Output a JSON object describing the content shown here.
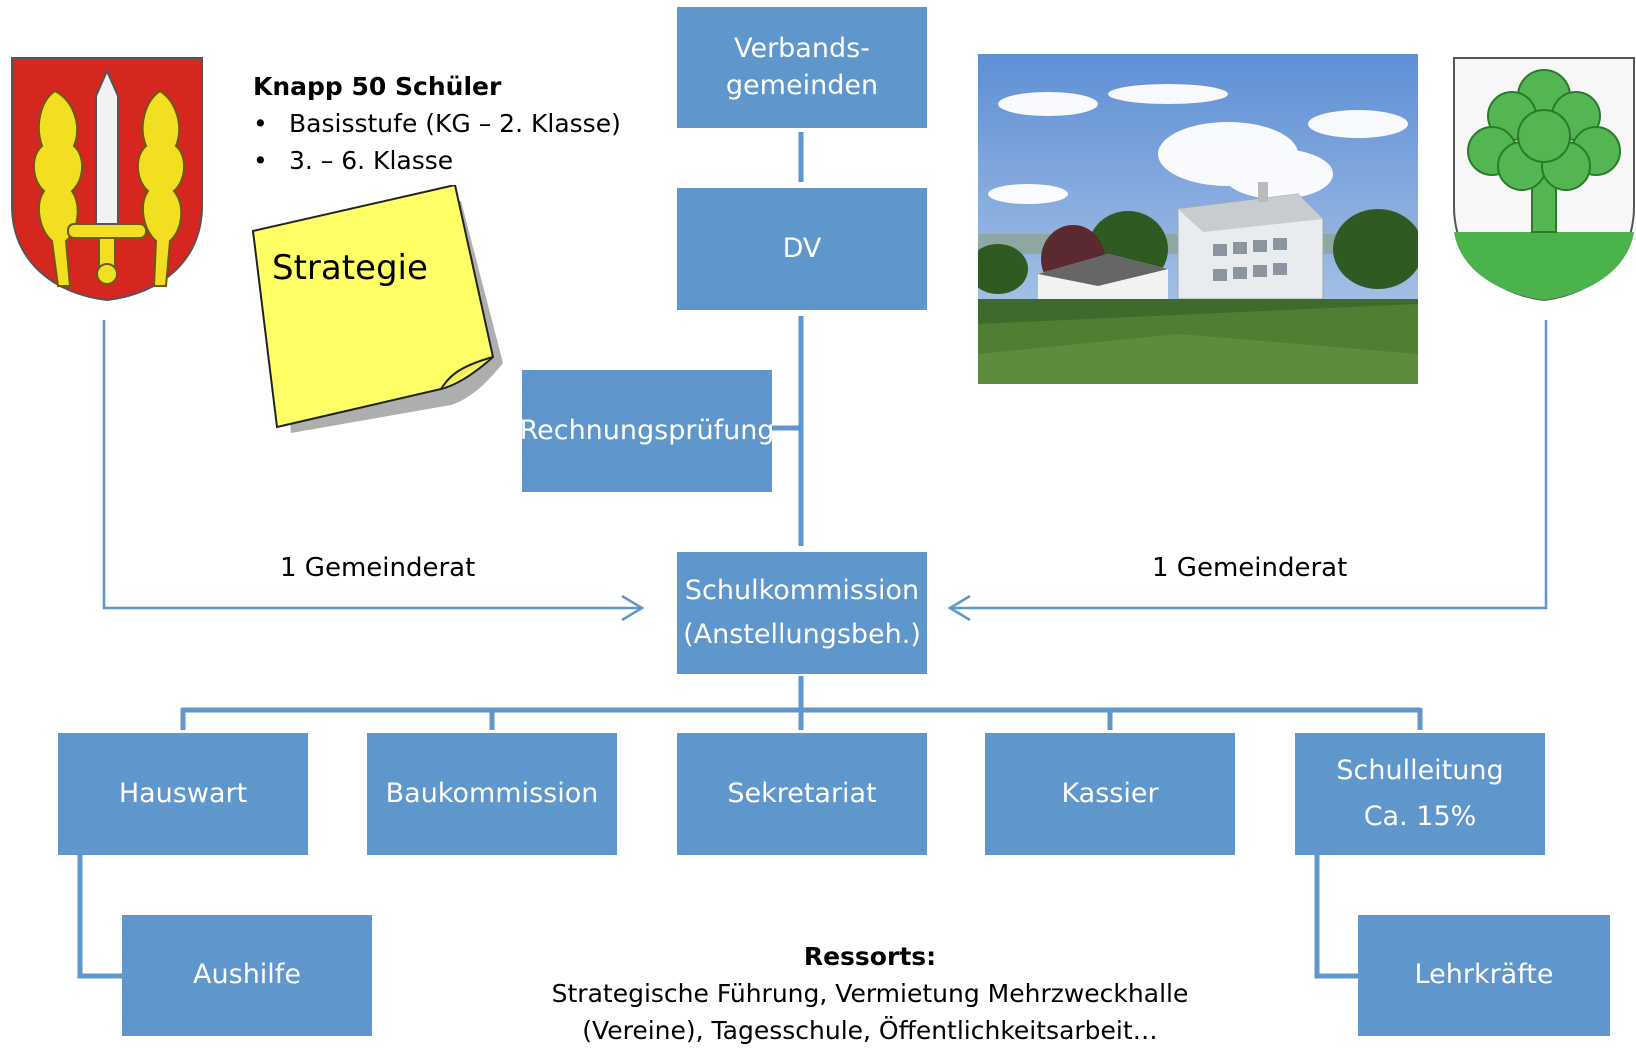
{
  "org": {
    "verbandsgemeinden_line1": "Verbands-",
    "verbandsgemeinden_line2": "gemeinden",
    "dv": "DV",
    "rechnungspruefung": "Rechnungsprüfung",
    "schulkommission_line1": "Schulkommission",
    "schulkommission_line2": "(Anstellungsbeh.)",
    "hauswart": "Hauswart",
    "baukommission": "Baukommission",
    "sekretariat": "Sekretariat",
    "kassier": "Kassier",
    "schulleitung_line1": "Schulleitung",
    "schulleitung_line2": "Ca. 15%",
    "aushilfe": "Aushilfe",
    "lehrkraefte": "Lehrkräfte"
  },
  "info": {
    "title": "Knapp 50 Schüler",
    "items": [
      "Basisstufe (KG – 2. Klasse)",
      "3. – 6. Klasse"
    ]
  },
  "note": {
    "text": "Strategie"
  },
  "gemeinderat_left": "1 Gemeinderat",
  "gemeinderat_right": "1 Gemeinderat",
  "ressorts": {
    "title": "Ressorts:",
    "line1": "Strategische Führung,  Vermietung Mehrzweckhalle",
    "line2": "(Vereine), Tagesschule, Öffentlichkeitsarbeit…"
  },
  "colors": {
    "box": "#5f96cb",
    "line": "#5f96cb",
    "note": "#ffff66"
  }
}
